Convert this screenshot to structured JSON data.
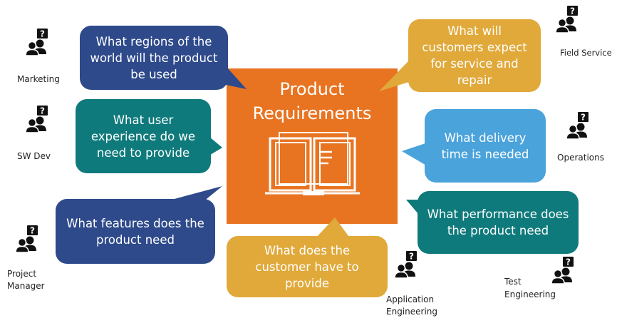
{
  "center": {
    "title": "Product\nRequirements"
  },
  "questions": [
    {
      "id": "regions",
      "text": "What regions of the world will the product be used",
      "color": "#2e4a8b"
    },
    {
      "id": "user-experience",
      "text": "What user experience do we need to provide",
      "color": "#0f7a7c"
    },
    {
      "id": "features",
      "text": "What features does the product need",
      "color": "#2e4a8b"
    },
    {
      "id": "customer-provide",
      "text": "What does the customer have to provide",
      "color": "#e0a93a"
    },
    {
      "id": "service",
      "text": "What will customers expect for service and repair",
      "color": "#e0a93a"
    },
    {
      "id": "delivery",
      "text": "What delivery time is needed",
      "color": "#4aa3db"
    },
    {
      "id": "performance",
      "text": "What performance does the product need",
      "color": "#0f7a7c"
    }
  ],
  "stakeholders": [
    {
      "id": "marketing",
      "label": "Marketing",
      "icon": "person-question-icon"
    },
    {
      "id": "sw-dev",
      "label": "SW Dev",
      "icon": "person-question-icon"
    },
    {
      "id": "project-manager",
      "label": "Project Manager",
      "icon": "person-question-icon"
    },
    {
      "id": "application-engineering",
      "label": "Application Engineering",
      "icon": "person-question-icon"
    },
    {
      "id": "field-service",
      "label": "Field Service",
      "icon": "person-question-icon"
    },
    {
      "id": "operations",
      "label": "Operations",
      "icon": "person-question-icon"
    },
    {
      "id": "test-engineering",
      "label": "Test Engineering",
      "icon": "person-question-icon"
    }
  ],
  "colors": {
    "center": "#e87422",
    "icon": "#111111"
  }
}
